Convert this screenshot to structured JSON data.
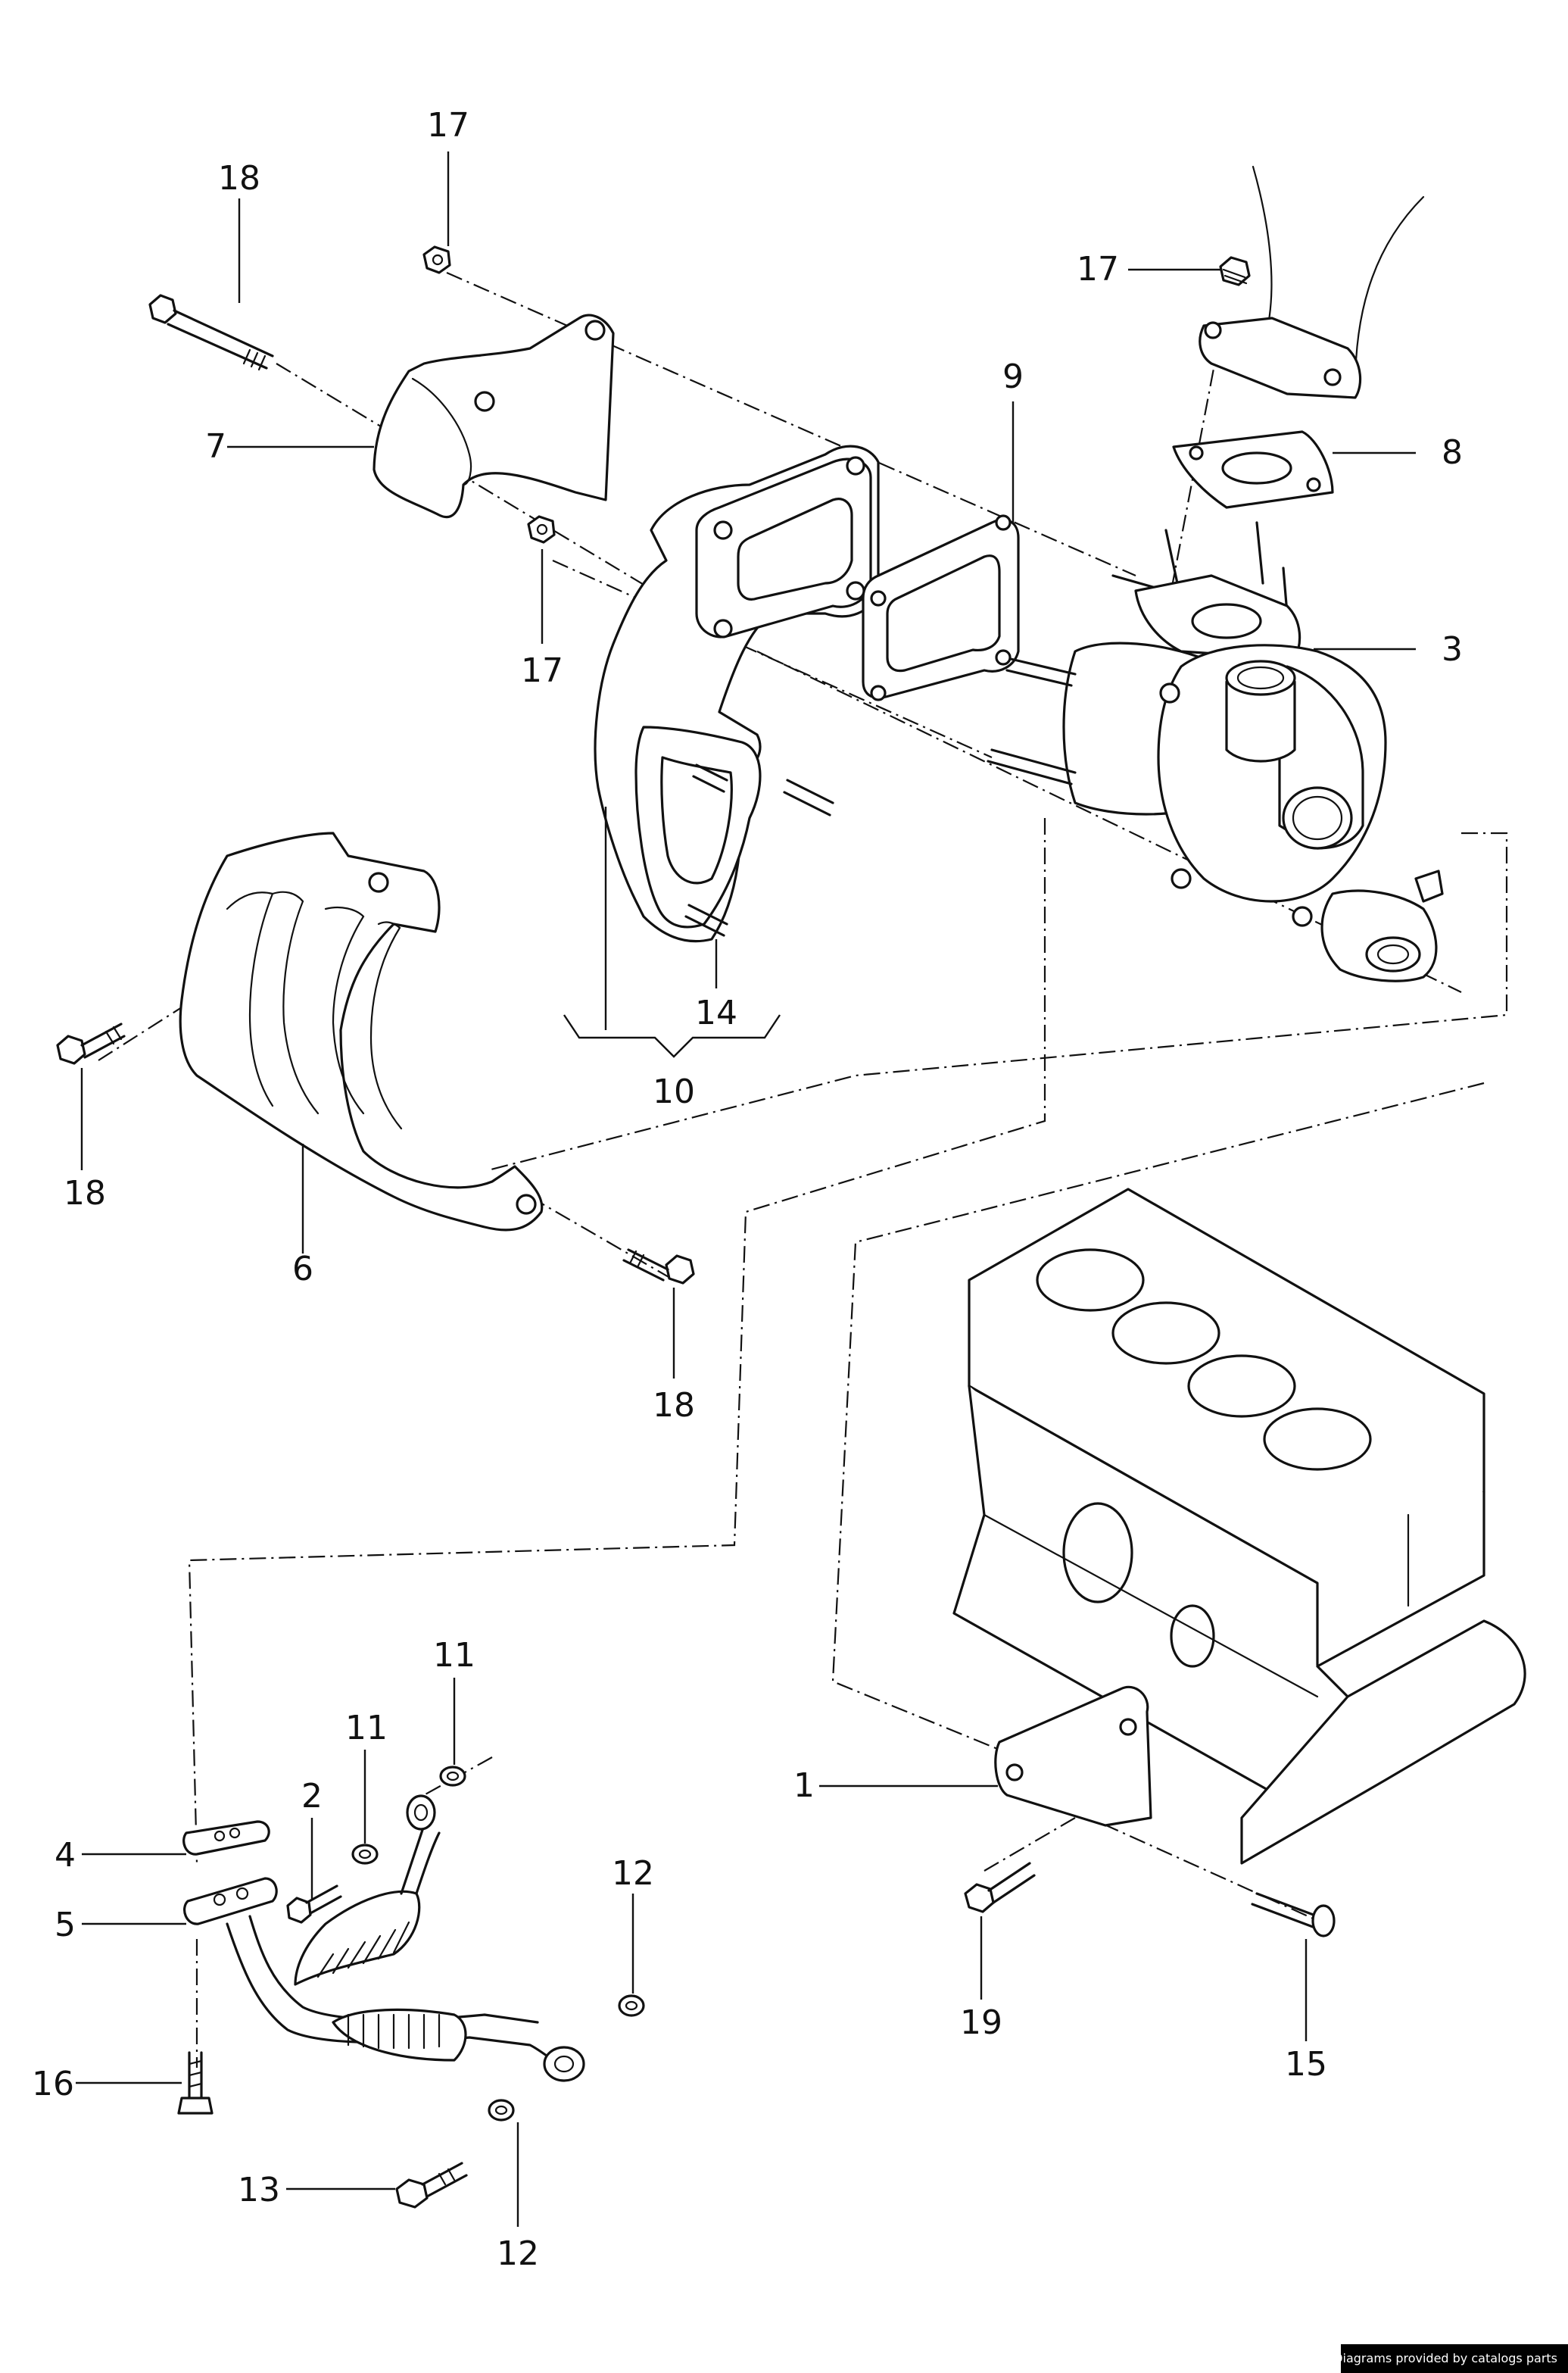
{
  "callouts": {
    "c1": "1",
    "c2": "2",
    "c3": "3",
    "c4": "4",
    "c5": "5",
    "c6": "6",
    "c7": "7",
    "c8": "8",
    "c9": "9",
    "c10": "10",
    "c11a": "11",
    "c11b": "11",
    "c12a": "12",
    "c12b": "12",
    "c13": "13",
    "c14": "14",
    "c15": "15",
    "c16": "16",
    "c17a": "17",
    "c17b": "17",
    "c17c": "17",
    "c18a": "18",
    "c18b": "18",
    "c18c": "18",
    "c19": "19"
  },
  "credit": "Diagrams provided by catalogs parts"
}
